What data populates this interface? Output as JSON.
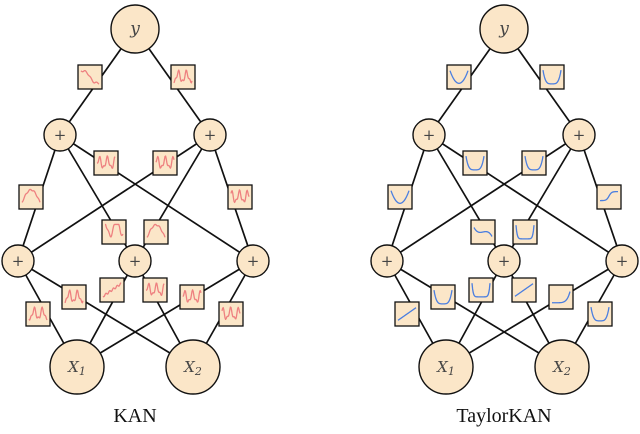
{
  "accent_colors": {
    "kan": "#ee8080",
    "taylorkan": "#4a7ee0",
    "node_fill": "#fbe6c8"
  },
  "labels": {
    "output": "y",
    "sum": "+",
    "x1": "x1",
    "x2": "x2"
  },
  "panels": [
    {
      "caption": "KAN",
      "accent": "#ee8080",
      "kind": "kan",
      "box_icons": [
        "spline-icon",
        "spline-icon",
        "spline-icon",
        "spline-icon",
        "spline-icon",
        "spline-icon",
        "spline-icon",
        "spline-icon",
        "spline-icon",
        "spline-icon",
        "spline-icon",
        "spline-icon",
        "spline-icon",
        "spline-icon",
        "spline-icon",
        "spline-icon"
      ]
    },
    {
      "caption": "TaylorKAN",
      "accent": "#4a7ee0",
      "kind": "taylor",
      "box_icons": [
        "parabola-icon",
        "quartic-icon",
        "parabola-icon",
        "quartic-icon",
        "quartic-icon",
        "sigmoid-icon",
        "cubic-icon",
        "bracket-icon",
        "line-icon",
        "quartic-icon",
        "bracket-icon",
        "line-icon",
        "exponential-icon",
        "quartic-icon",
        "cubic-icon",
        "bracket-icon"
      ]
    }
  ]
}
